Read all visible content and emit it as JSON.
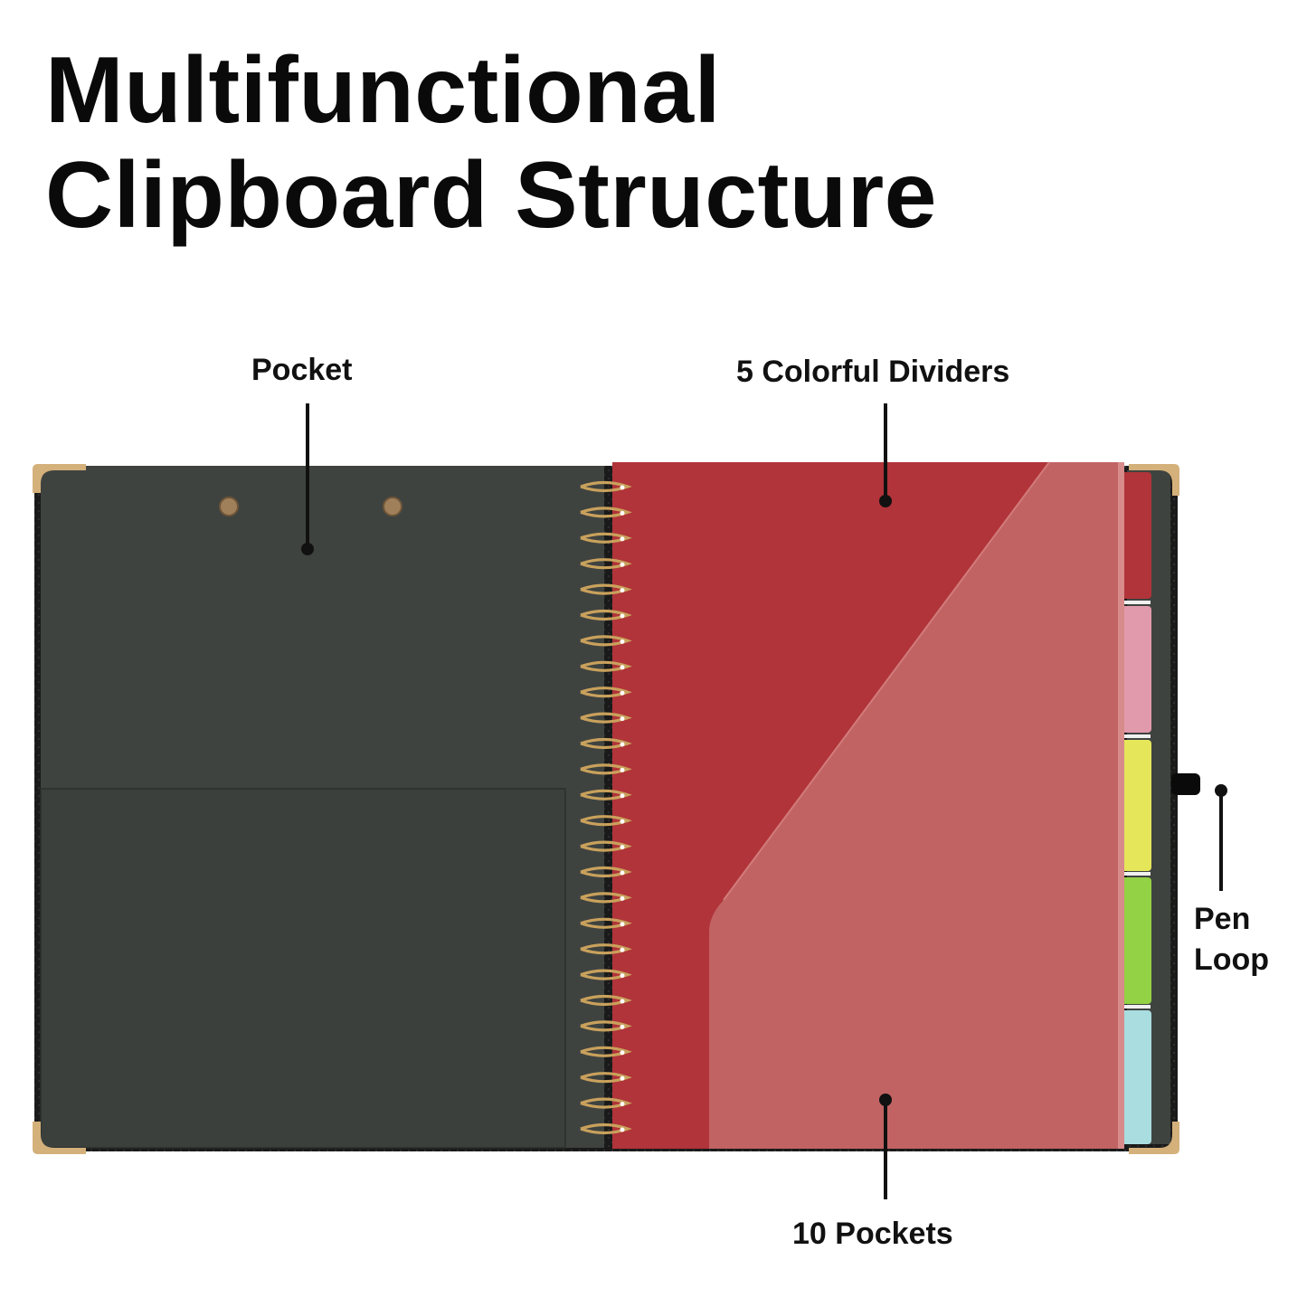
{
  "title": {
    "line1": "Multifunctional",
    "line2": "Clipboard Structure"
  },
  "callouts": {
    "pocket": "Pocket",
    "dividers": "5 Colorful Dividers",
    "pen_loop": "Pen Loop",
    "pockets": "10 Pockets"
  },
  "colors": {
    "cover_black": "#1c1c1c",
    "inner_board": "#3f4340",
    "red_divider": "#b03439",
    "clear_pocket": "#c26363",
    "gold_corner": "#d4b07a",
    "tab_pink": "#e19aac",
    "tab_yellow": "#e6e65a",
    "tab_green": "#93d145",
    "tab_blue": "#a9dde0"
  }
}
